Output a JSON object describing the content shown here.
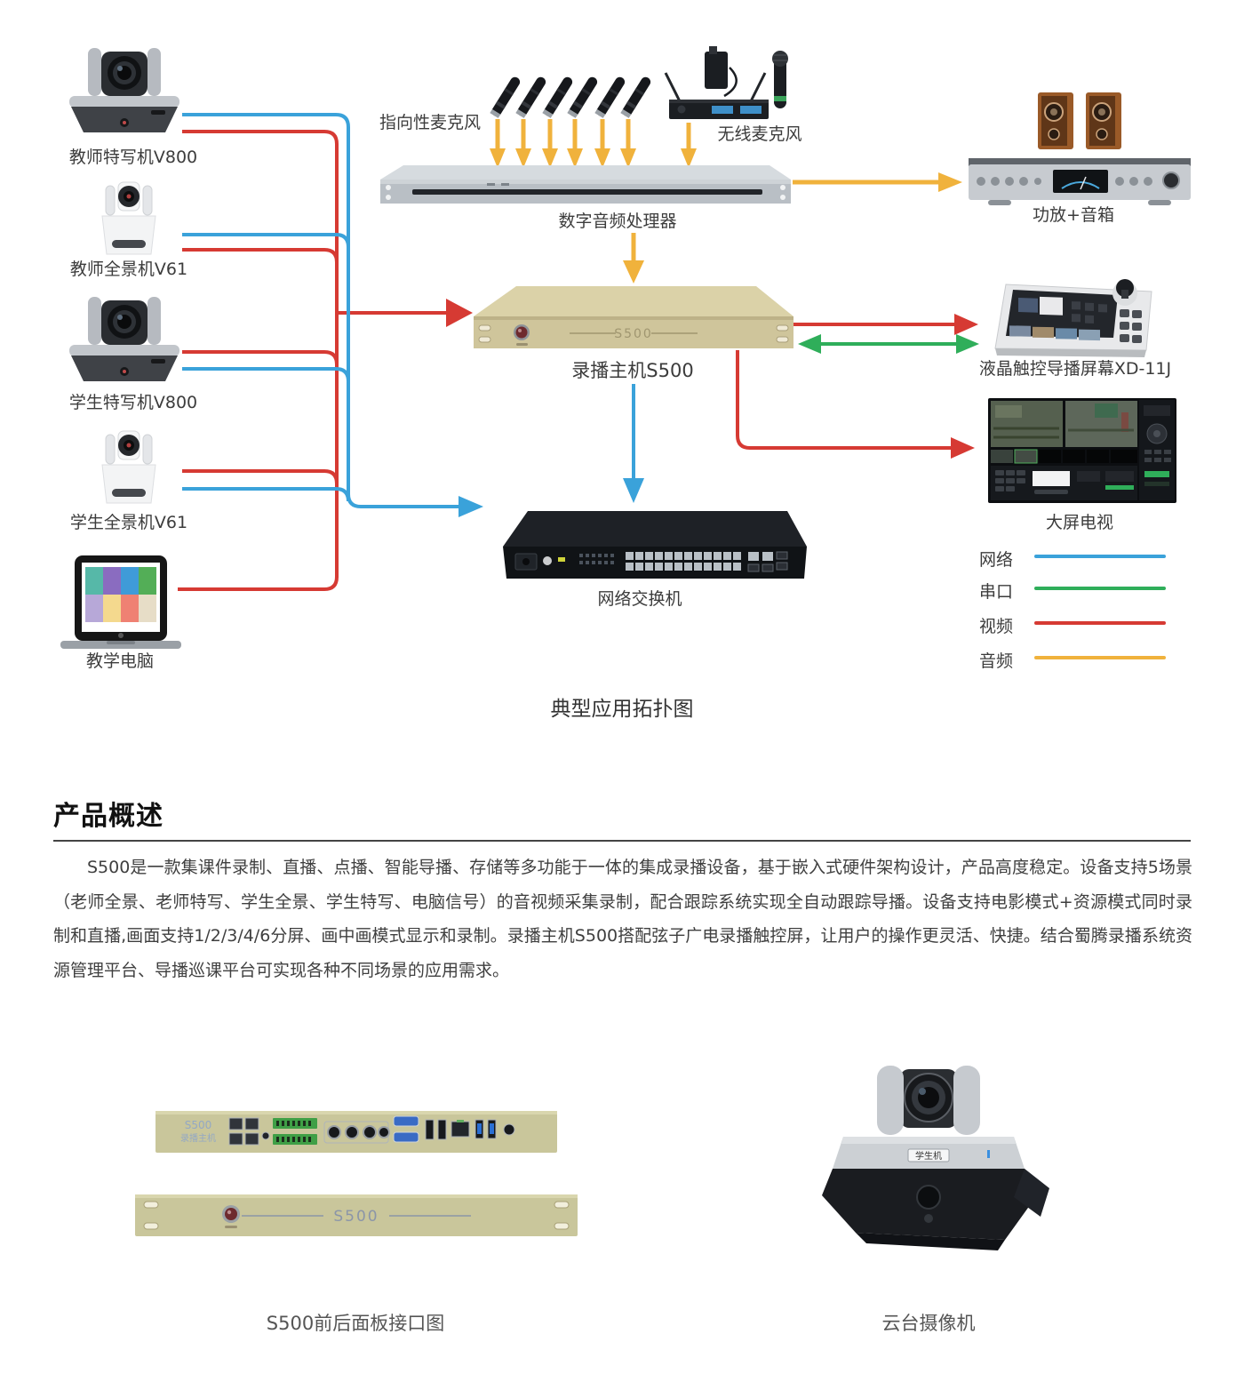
{
  "topology": {
    "caption": "典型应用拓扑图",
    "devices": {
      "teacher_closeup": {
        "label": "教师特写机V800"
      },
      "teacher_panorama": {
        "label": "教师全景机V61"
      },
      "student_closeup": {
        "label": "学生特写机V800"
      },
      "student_panorama": {
        "label": "学生全景机V61"
      },
      "teaching_pc": {
        "label": "教学电脑"
      },
      "directional_mic": {
        "label": "指向性麦克风"
      },
      "wireless_mic": {
        "label": "无线麦克风"
      },
      "audio_processor": {
        "label": "数字音频处理器"
      },
      "recorder": {
        "label": "录播主机S500",
        "panel_text": "S500"
      },
      "amp_speaker": {
        "label": "功放+音箱"
      },
      "director_screen": {
        "label": "液晶触控导播屏幕XD-11J"
      },
      "big_tv": {
        "label": "大屏电视"
      },
      "network_switch": {
        "label": "网络交换机"
      }
    },
    "legend": {
      "network": {
        "label": "网络",
        "color": "#3aa2da"
      },
      "serial": {
        "label": "串口",
        "color": "#2fae5a"
      },
      "video": {
        "label": "视频",
        "color": "#d63a33"
      },
      "audio": {
        "label": "音频",
        "color": "#f0b23c"
      }
    }
  },
  "overview": {
    "title": "产品概述",
    "paragraph": "S500是一款集课件录制、直播、点播、智能导播、存储等多功能于一体的集成录播设备，基于嵌入式硬件架构设计，产品高度稳定。设备支持5场景（老师全景、老师特写、学生全景、学生特写、电脑信号）的音视频采集录制，配合跟踪系统实现全自动跟踪导播。设备支持电影模式+资源模式同时录制和直播,画面支持1/2/3/4/6分屏、画中画模式显示和录制。录播主机S500搭配弦子广电录播触控屏，让用户的操作更灵活、快捷。结合蜀腾录播系统资源管理平台、导播巡课平台可实现各种不同场景的应用需求。"
  },
  "figures": {
    "panel": {
      "caption": "S500前后面板接口图",
      "rear_line1": "S500",
      "rear_line2": "录播主机",
      "front_text": "S500"
    },
    "ptz": {
      "caption": "云台摄像机",
      "badge": "学生机"
    }
  }
}
